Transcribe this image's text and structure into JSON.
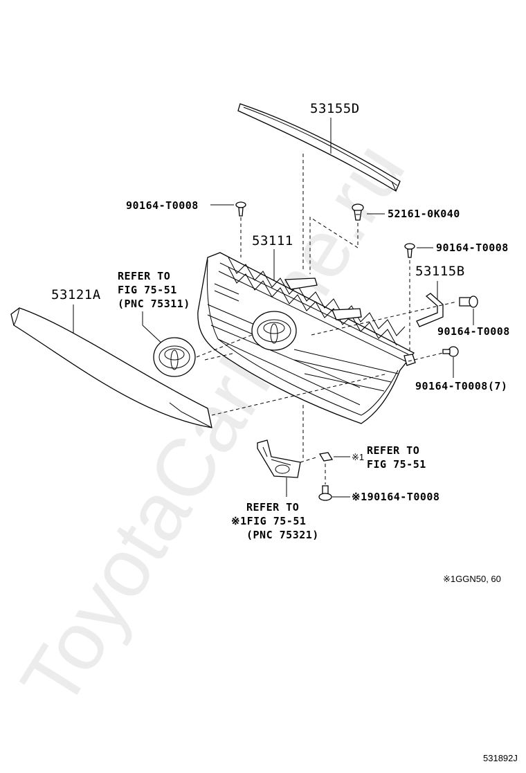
{
  "watermark": "ToyotaCarMine.ru",
  "labels": {
    "p53155D": "53155D",
    "p90164_top": "90164-T0008",
    "p52161": "52161-0K040",
    "p53111": "53111",
    "p90164_right": "90164-T0008",
    "refer1_line1": "REFER TO",
    "refer1_line2": "FIG 75-51",
    "refer1_line3": "(PNC 75311)",
    "p53121A": "53121A",
    "p53115B": "53115B",
    "p90164_bracket": "90164-T0008",
    "p90164_7": "90164-T0008(7)",
    "refer2_mark": "※1",
    "refer2_line1": "REFER TO",
    "refer2_line2": "FIG 75-51",
    "p90164_bottom": "※190164-T0008",
    "refer3_line1": "REFER TO",
    "refer3_line2": "※1FIG 75-51",
    "refer3_line3": "(PNC 75321)",
    "footnote": "※1GGN50, 60",
    "diagram_code": "531892J"
  }
}
